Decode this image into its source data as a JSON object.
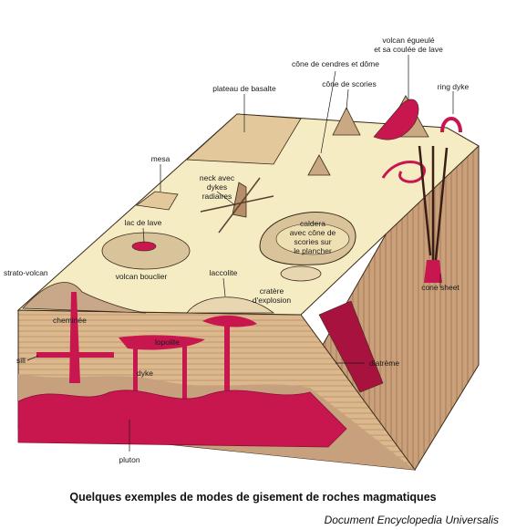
{
  "caption": "Quelques exemples de modes de gisement de roches magmatiques",
  "credit": "Document Encyclopedia Universalis",
  "colors": {
    "surface": "#f5ecc4",
    "crust": "#dcb88f",
    "magma": "#c8174f",
    "line": "#3a2a1a",
    "background": "#ffffff"
  },
  "labels": {
    "volcan_egueule_1": "volcan égueulé",
    "volcan_egueule_2": "et sa coulée de lave",
    "cone_cendres": "cône de cendres et dôme",
    "cone_scories": "cône de scories",
    "ring_dyke": "ring dyke",
    "plateau_basalte": "plateau de basalte",
    "mesa": "mesa",
    "neck_1": "neck avec",
    "neck_2": "dykes",
    "neck_3": "radiaires",
    "caldera_1": "caldera",
    "caldera_2": "avec cône de",
    "caldera_3": "scories sur",
    "caldera_4": "le plancher",
    "lac_de_lave": "lac de lave",
    "strato_volcan": "strato-volcan",
    "volcan_bouclier": "volcan bouclier",
    "laccolite": "laccolite",
    "cratere_1": "cratère",
    "cratere_2": "d'explosion",
    "cone_sheet": "cone sheet",
    "cheminee": "cheminée",
    "lopolite": "lopolite",
    "sill": "sill",
    "dyke": "dyke",
    "diatreme": "diatrème",
    "pluton": "pluton"
  }
}
